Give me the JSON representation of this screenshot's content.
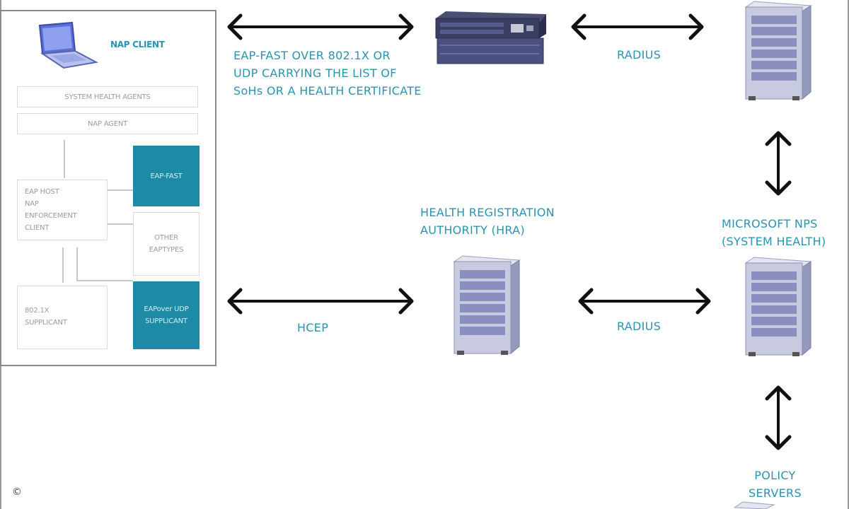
{
  "nap_client": {
    "title": "NAP CLIENT",
    "system_health_agents": "SYSTEM HEALTH AGENTS",
    "nap_agent": "NAP AGENT",
    "eap_fast": "EAP-FAST",
    "eap_host": "EAP HOST\nNAP\nENFORCEMENT\nCLIENT",
    "other_eap_types": "OTHER\nEAPTYPES",
    "supplicant_8021x": "802.1X\nSUPPLICANT",
    "eap_over_udp": "EAPover UDP\nSUPPLICANT"
  },
  "top_link": {
    "description": "EAP-FAST OVER 802.1X OR\nUDP CARRYING THE LIST OF\nSoHs OR A HEALTH CERTIFICATE",
    "radius": "RADIUS"
  },
  "middle_link": {
    "hcep": "HCEP",
    "hra": "HEALTH REGISTRATION\nAUTHORITY (HRA)",
    "radius": "RADIUS"
  },
  "right": {
    "nps": "MICROSOFT NPS\n(SYSTEM HEALTH)",
    "policy_servers": "POLICY\nSERVERS"
  },
  "copyright": "©",
  "colors": {
    "accent": "#2a93b0",
    "accent_fill": "#1f8aa6",
    "arrow": "#111111"
  },
  "icons": [
    "laptop-icon",
    "network-switch-icon",
    "server-icon"
  ]
}
